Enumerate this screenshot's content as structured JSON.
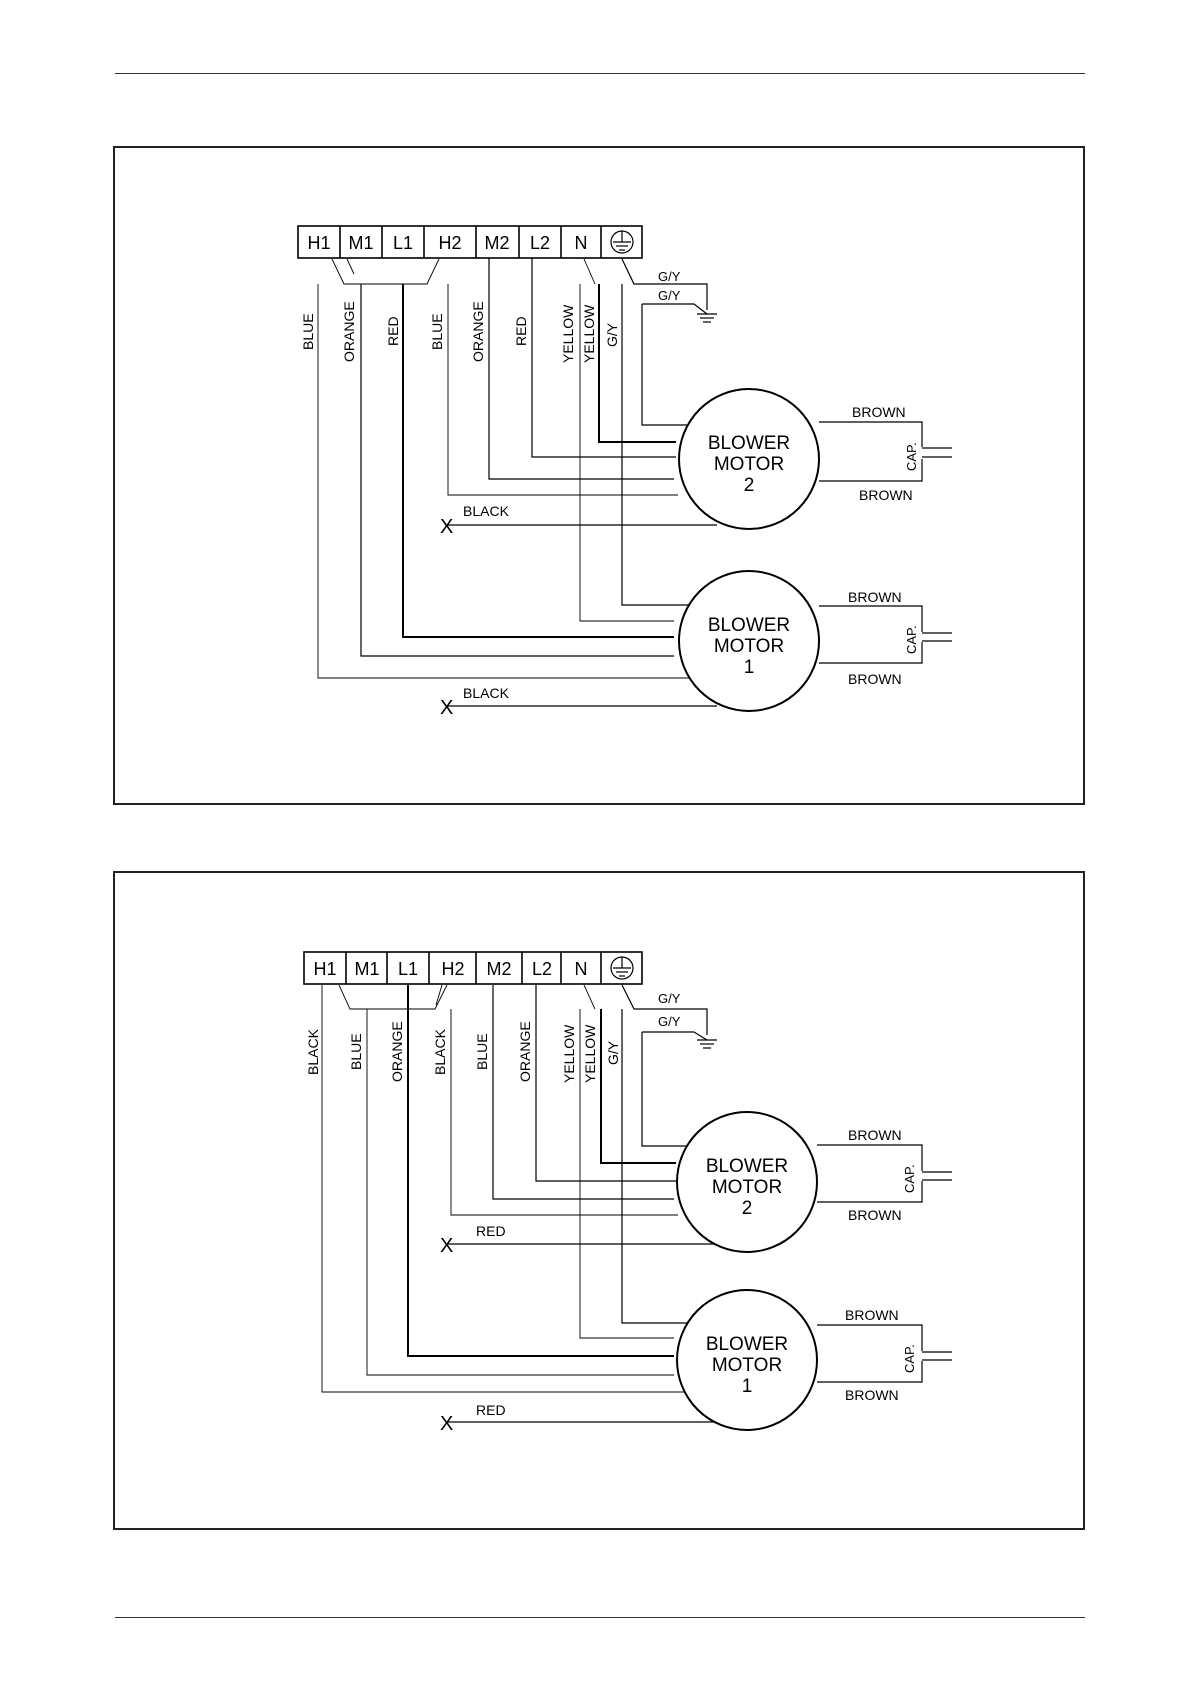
{
  "diagrams": [
    {
      "terminals": [
        "H1",
        "M1",
        "L1",
        "H2",
        "M2",
        "L2",
        "N"
      ],
      "ground_icon": "protective-earth-icon",
      "wire_labels": [
        "BLUE",
        "ORANGE",
        "RED",
        "BLUE",
        "ORANGE",
        "RED",
        "YELLOW",
        "YELLOW",
        "G/Y"
      ],
      "gy_top": "G/Y",
      "gy_bottom": "G/Y",
      "motor2": {
        "line1": "BLOWER",
        "line2": "MOTOR",
        "number": "2"
      },
      "motor1": {
        "line1": "BLOWER",
        "line2": "MOTOR",
        "number": "1"
      },
      "cap_label": "CAP.",
      "brown": "BROWN",
      "unused_wire_label": "BLACK",
      "unused_mark": "X"
    },
    {
      "terminals": [
        "H1",
        "M1",
        "L1",
        "H2",
        "M2",
        "L2",
        "N"
      ],
      "ground_icon": "protective-earth-icon",
      "wire_labels": [
        "BLACK",
        "BLUE",
        "ORANGE",
        "BLACK",
        "BLUE",
        "ORANGE",
        "YELLOW",
        "YELLOW",
        "G/Y"
      ],
      "gy_top": "G/Y",
      "gy_bottom": "G/Y",
      "motor2": {
        "line1": "BLOWER",
        "line2": "MOTOR",
        "number": "2"
      },
      "motor1": {
        "line1": "BLOWER",
        "line2": "MOTOR",
        "number": "1"
      },
      "cap_label": "CAP.",
      "brown": "BROWN",
      "unused_wire_label": "RED",
      "unused_mark": "X"
    }
  ]
}
